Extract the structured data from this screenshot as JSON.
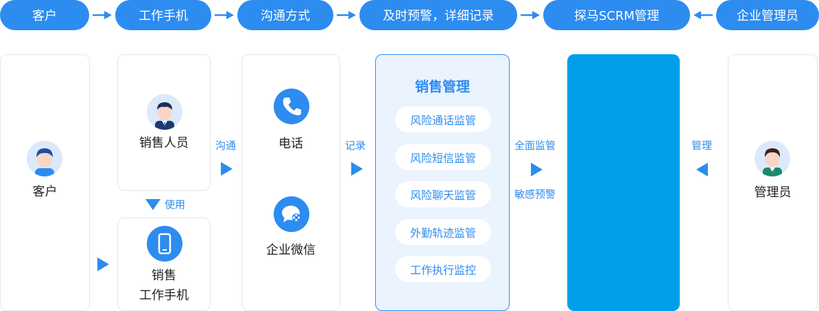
{
  "top_flow": {
    "steps": [
      "客户",
      "工作手机",
      "沟通方式",
      "及时预警，详细记录",
      "探马SCRM管理",
      "企业管理员"
    ]
  },
  "customer": {
    "label": "客户"
  },
  "sales_person": {
    "label": "销售人员"
  },
  "use_label": "使用",
  "sales_phone": {
    "line1": "销售",
    "line2": "工作手机"
  },
  "communicate_label": "沟通",
  "channels": {
    "phone": "电话",
    "wecom": "企业微信"
  },
  "record_label": "记录",
  "sales_management": {
    "title": "销售管理",
    "items": [
      "风险通话监管",
      "风险短信监管",
      "风险聊天监管",
      "外勤轨迹监管",
      "工作执行监控"
    ]
  },
  "supervise_labels": {
    "full": "全面监管",
    "alert": "敏感预警"
  },
  "manage_label": "管理",
  "admin": {
    "label": "管理员"
  },
  "colors": {
    "accent": "#2d8cf0",
    "panel": "#00a0e9",
    "light_panel": "#eaf3fe",
    "border": "#e3e6ea"
  }
}
